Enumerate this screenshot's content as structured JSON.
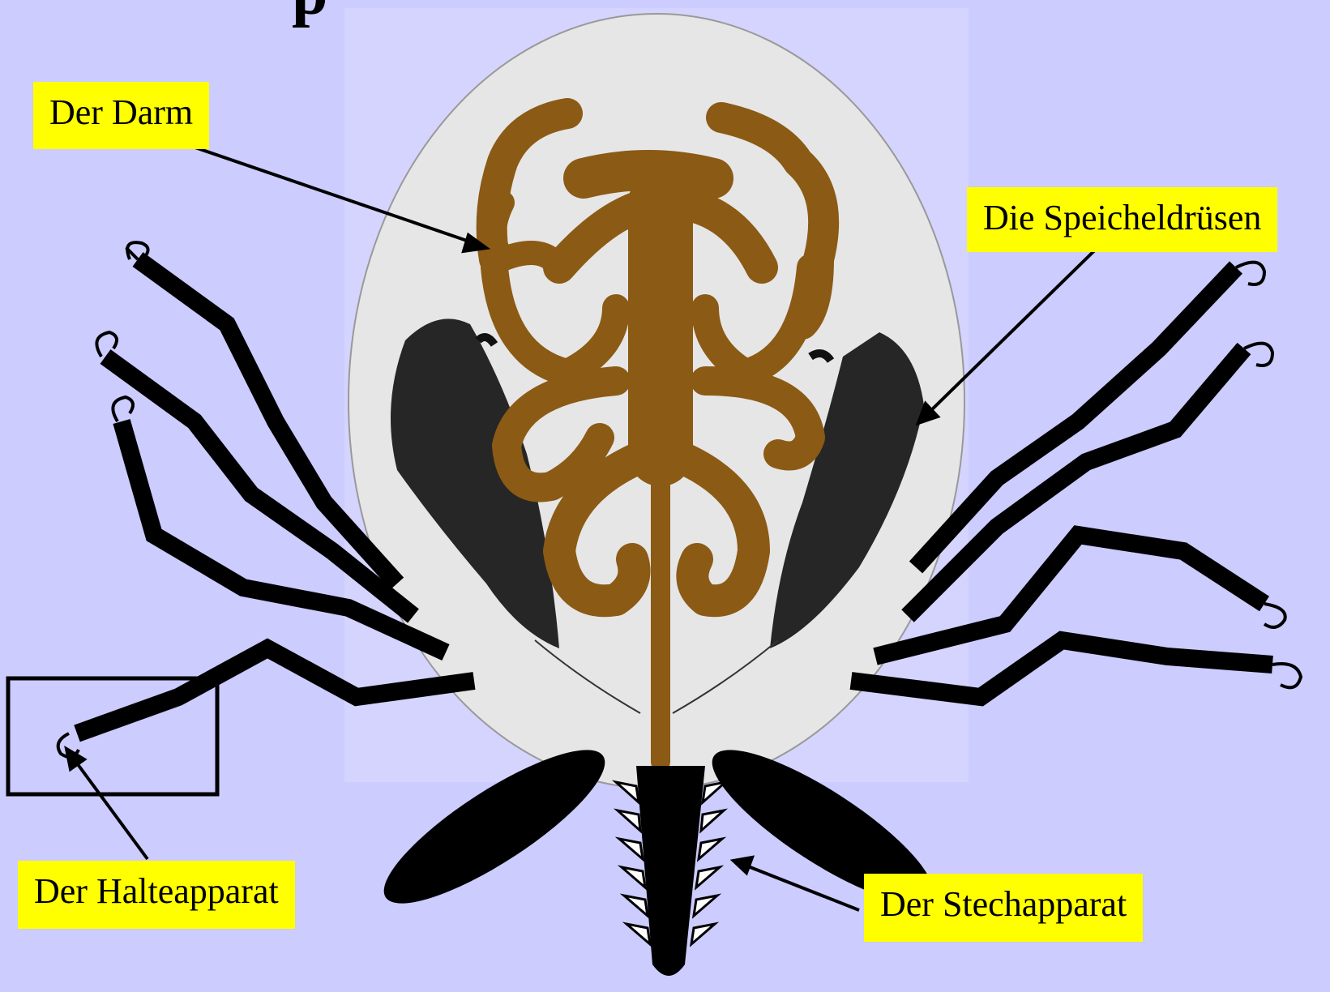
{
  "title_fragment": "p",
  "labels": {
    "gut": "Der Darm",
    "salivary_glands": "Die Speicheldrüsen",
    "holding_apparatus": "Der Halteapparat",
    "piercing_apparatus": "Der Stechapparat"
  },
  "colors": {
    "background": "#ccccff",
    "body": "#e6e6e6",
    "gut": "#8b5a14",
    "glands": "#111111",
    "legs": "#000000",
    "callout": "#ffff00"
  }
}
